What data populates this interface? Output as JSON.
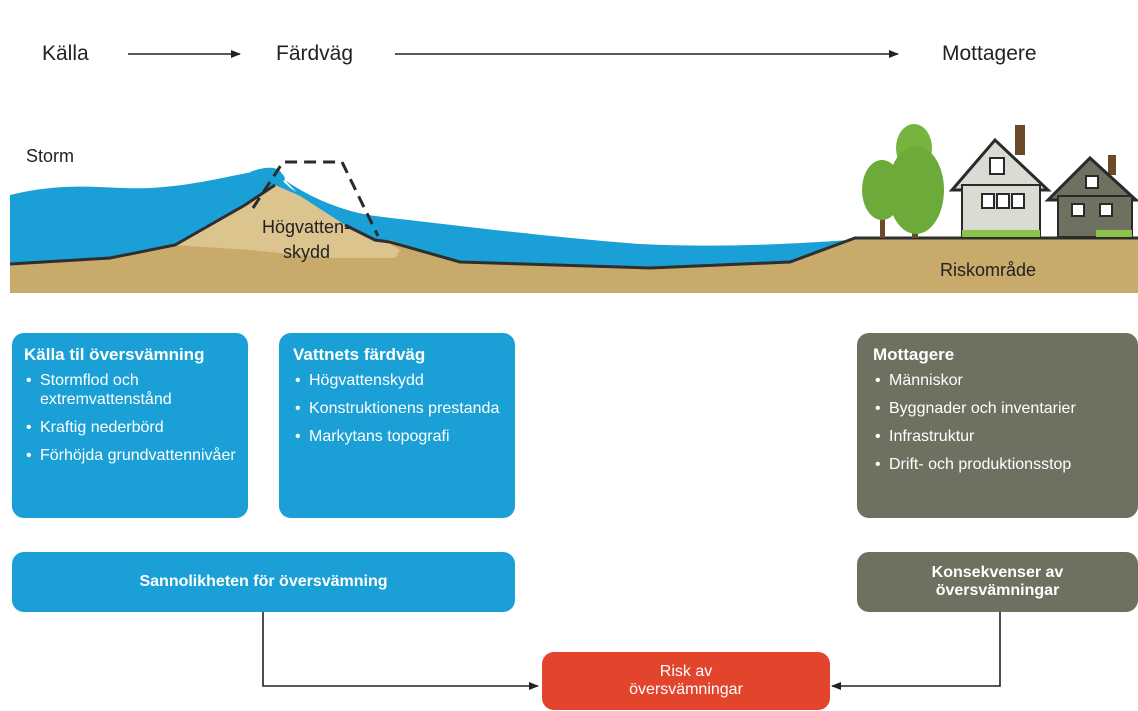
{
  "flow": {
    "source": "Källa",
    "pathway": "Färdväg",
    "receiver": "Mottagere"
  },
  "scene": {
    "storm_label": "Storm",
    "dike_label_line1": "Högvatten-",
    "dike_label_line2": "skydd",
    "risk_area_label": "Riskområde"
  },
  "boxes": {
    "source": {
      "title": "Källa til översvämning",
      "items": [
        "Stormflod och extremvattenstånd",
        "Kraftig nederbörd",
        "Förhöjda grundvattennivåer"
      ]
    },
    "pathway": {
      "title": "Vattnets färdväg",
      "items": [
        "Högvattenskydd",
        "Konstruktionens prestanda",
        "Markytans topografi"
      ]
    },
    "receiver": {
      "title": "Mottagere",
      "items": [
        "Människor",
        "Byggnader och inventarier",
        "Infrastruktur",
        "Drift- och produktionsstop"
      ]
    }
  },
  "probability_label": "Sannolikheten för översvämning",
  "consequence_label_line1": "Konsekvenser av",
  "consequence_label_line2": "översvämningar",
  "risk_label_line1": "Risk av",
  "risk_label_line2": "översvämningar",
  "colors": {
    "blue": "#1aa0d6",
    "olive": "#6e7160",
    "red": "#e2452c",
    "ground": "#c8ab6a",
    "sand": "#dcc48f",
    "tree_green": "#6cab3a"
  }
}
